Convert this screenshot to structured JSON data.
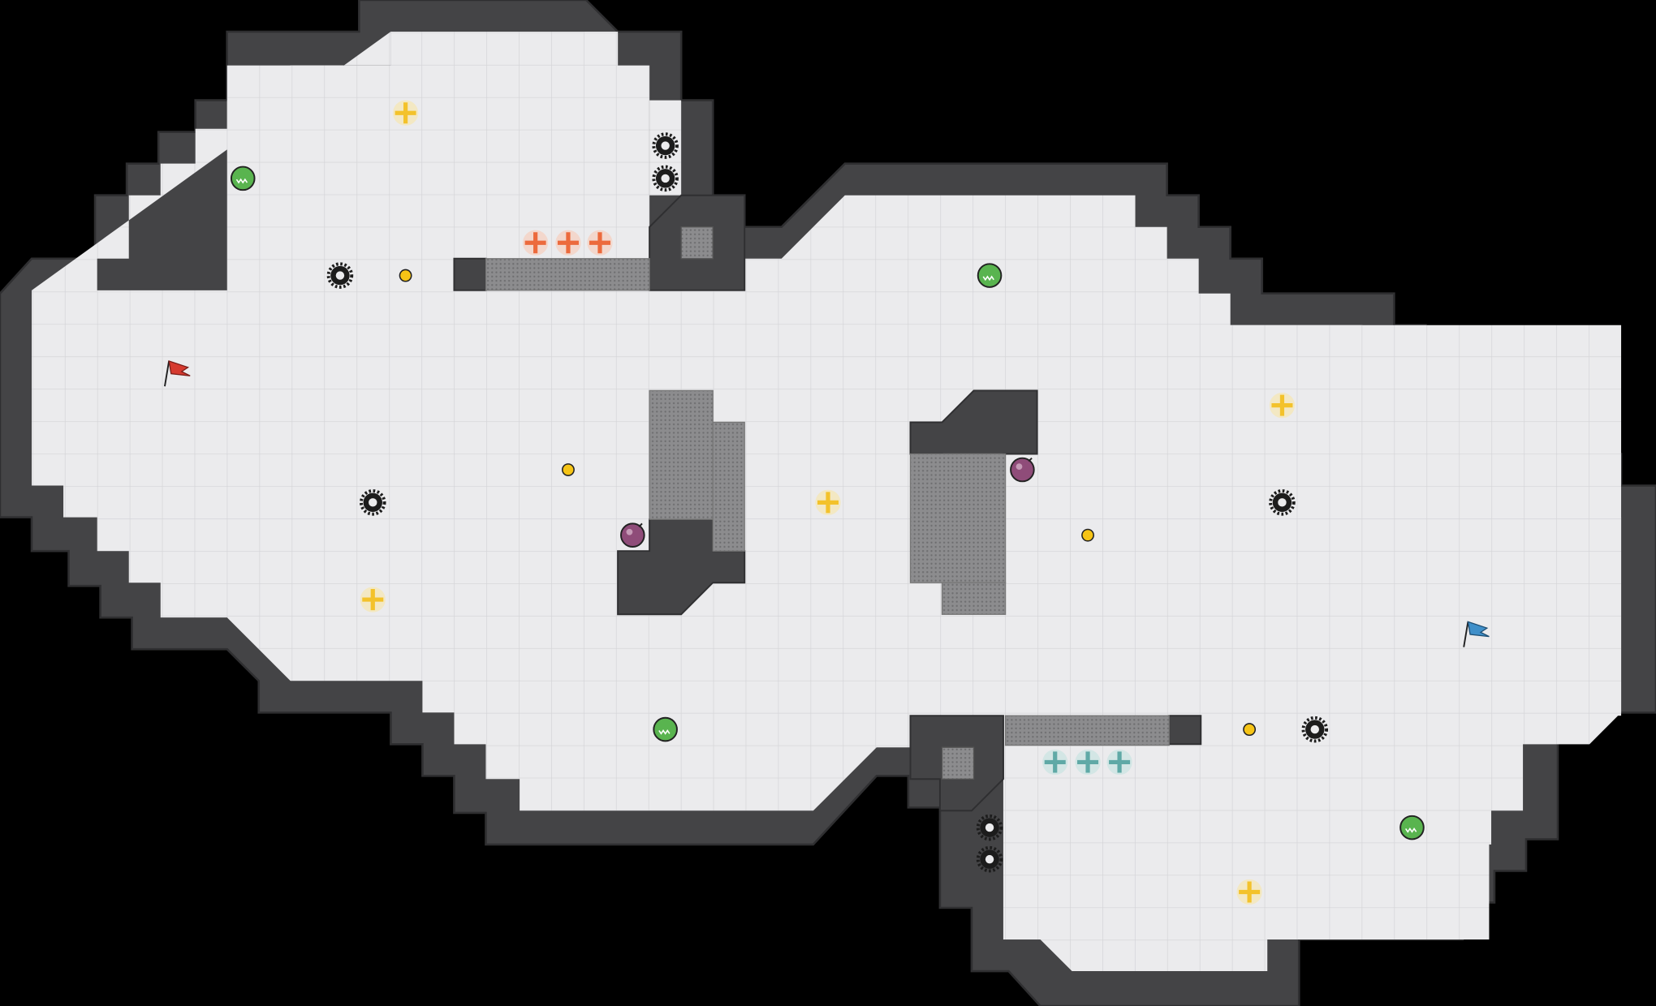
{
  "game": {
    "title": "",
    "colors": {
      "background": "#000000",
      "wall": "#444446",
      "wall_edge": "#2f2f31",
      "floor": "#ebebed",
      "floor_line": "#d3d3d6",
      "tile_gate": "#8a8a8c",
      "flag_red": "#d63a2f",
      "flag_blue": "#3f8fc9",
      "boost_yellow": "#f3c22b",
      "boost_orange": "#ec6a3c",
      "boost_teal": "#5fa9a6",
      "powerup_green": "#59b44f",
      "bomb_purple": "#8f4c79",
      "spike": "#1c1c1c",
      "button_yellow": "#f6c416"
    },
    "legend": [
      "red-flag",
      "blue-flag",
      "spike",
      "bomb",
      "powerup",
      "boost",
      "button",
      "gate",
      "wall",
      "floor"
    ]
  }
}
